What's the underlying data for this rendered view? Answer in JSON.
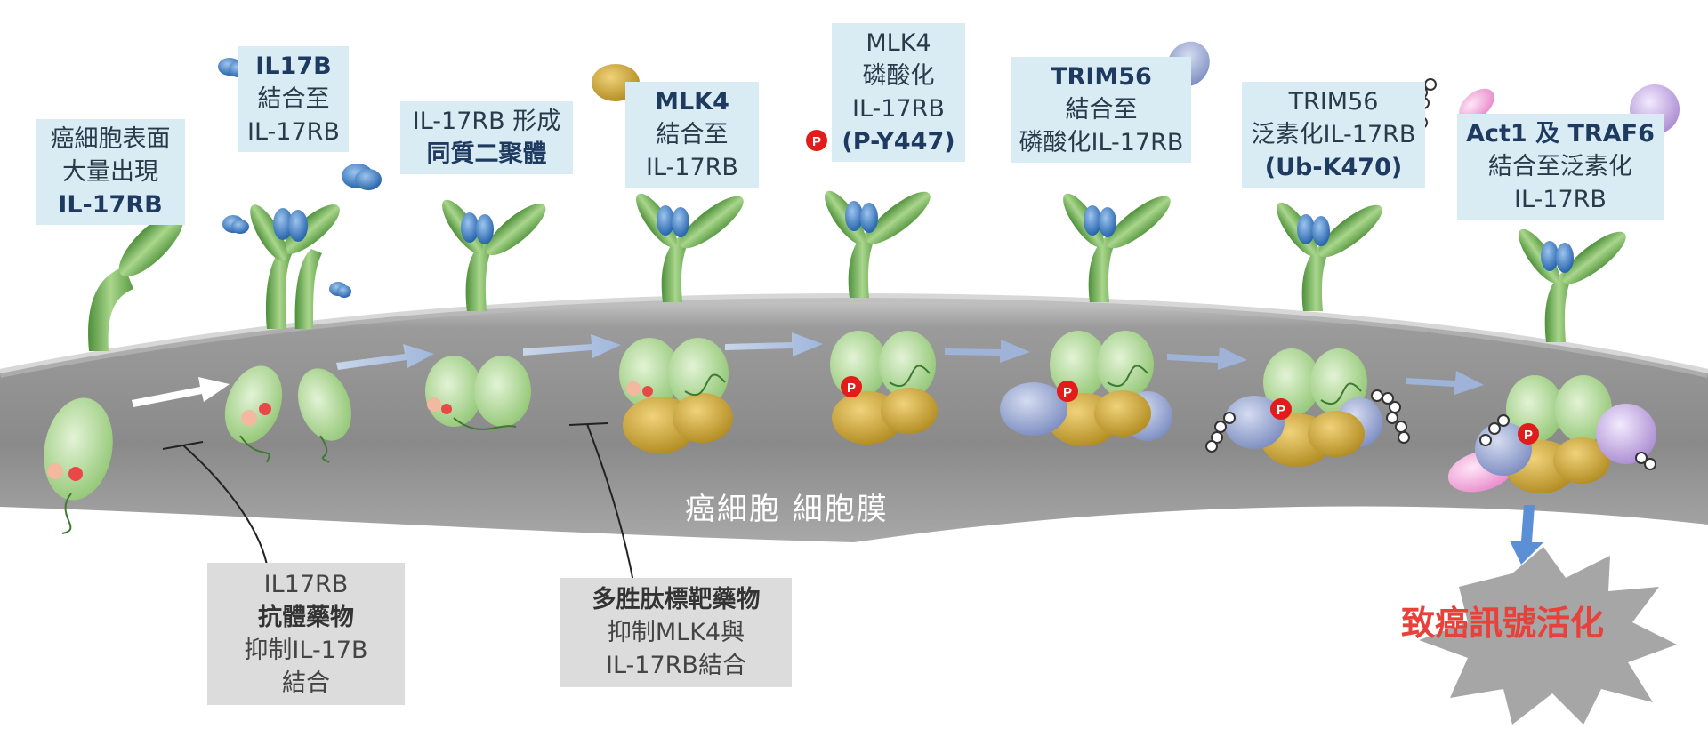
{
  "steps": [
    {
      "lines": [
        "癌細胞表面",
        "大量出現",
        "IL-17RB"
      ],
      "bold": [
        false,
        false,
        true
      ]
    },
    {
      "lines": [
        "IL17B",
        "結合至",
        "IL-17RB"
      ],
      "bold": [
        true,
        false,
        false
      ]
    },
    {
      "lines": [
        "IL-17RB 形成",
        "同質二聚體"
      ],
      "bold": [
        false,
        true
      ]
    },
    {
      "lines": [
        "MLK4",
        "結合至",
        "IL-17RB"
      ],
      "bold": [
        true,
        false,
        false
      ]
    },
    {
      "lines": [
        "MLK4",
        "磷酸化",
        "IL-17RB",
        "(P-Y447)"
      ],
      "bold": [
        false,
        false,
        false,
        true
      ]
    },
    {
      "lines": [
        "TRIM56",
        "結合至",
        "磷酸化IL-17RB"
      ],
      "bold": [
        true,
        false,
        false
      ]
    },
    {
      "lines": [
        "TRIM56",
        "泛素化IL-17RB",
        "(Ub-K470)"
      ],
      "bold": [
        false,
        false,
        true
      ]
    },
    {
      "lines": [
        "Act1 及 TRAF6",
        "結合至泛素化",
        "IL-17RB"
      ],
      "bold": [
        true,
        false,
        false
      ]
    }
  ],
  "drugs": [
    {
      "lines": [
        "IL17RB",
        "抗體藥物",
        "抑制IL-17B",
        "結合"
      ],
      "bold": [
        false,
        true,
        false,
        false
      ]
    },
    {
      "lines": [
        "多胜肽標靶藥物",
        "抑制MLK4與",
        "IL-17RB結合"
      ],
      "bold": [
        true,
        false,
        false
      ]
    }
  ],
  "membrane_label": "癌細胞 細胞膜",
  "outcome": "致癌訊號活化",
  "phospho_label": "P",
  "colors": {
    "label_bg": "#d9ecf3",
    "drug_bg": "#dcdcdc",
    "membrane": "#8c8c8c",
    "receptor": "#7fb86a",
    "ligand": "#2e6fb7",
    "mlk4": "#c9a331",
    "trim56": "#8f9fcf",
    "act1": "#f0a8d8",
    "traf6": "#c8b4e0",
    "phospho": "#e21b1b",
    "outcome_text": "#e8403a"
  }
}
